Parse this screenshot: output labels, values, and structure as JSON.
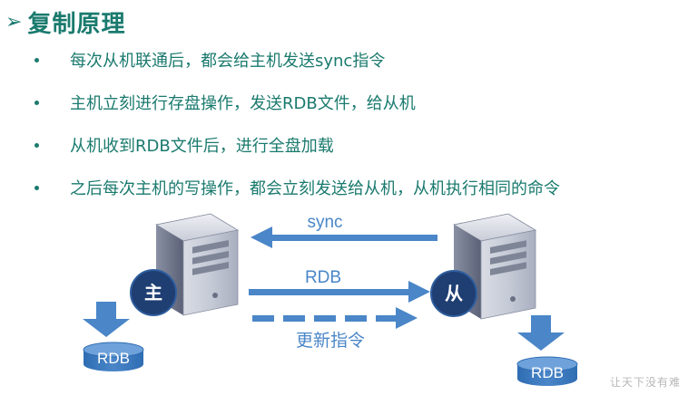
{
  "title": "复制原理",
  "bullets": [
    "每次从机联通后，都会给主机发送sync指令",
    "主机立刻进行存盘操作，发送RDB文件，给从机",
    "从机收到RDB文件后，进行全盘加载",
    "之后每次主机的写操作，都会立刻发送给从机，从机执行相同的命令"
  ],
  "diagram": {
    "master_label": "主",
    "slave_label": "从",
    "sync_label": "sync",
    "rdb_label": "RDB",
    "update_label": "更新指令",
    "rdb_disk_left": "RDB",
    "rdb_disk_right": "RDB"
  },
  "watermark": "让天下没有难",
  "colors": {
    "accent": "#1a7a6e",
    "arrow": "#4a86c8",
    "circle": "#1f3f73"
  }
}
